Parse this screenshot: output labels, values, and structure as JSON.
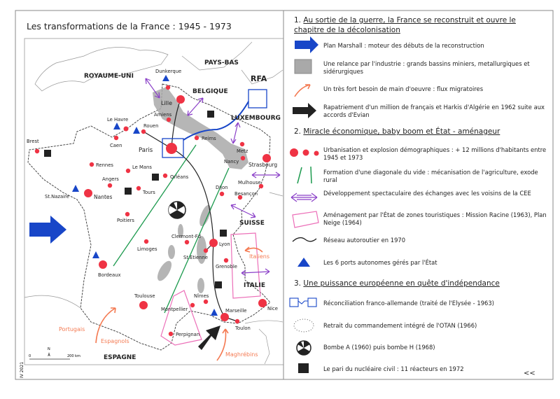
{
  "title": "Les transformations de la France : 1945 - 1973",
  "author_note": "IV 2021",
  "corner_mark": "<<",
  "colors": {
    "marshall_blue": "#1846c8",
    "industry_gray": "#a9a9a9",
    "migration_orange": "#f47a52",
    "repatriation_black": "#222222",
    "city_red": "#ef3344",
    "diagonal_green": "#1c9a4e",
    "exchange_purple": "#8a3fc8",
    "tourism_pink": "#ec6fb8"
  },
  "legend": {
    "section1": {
      "number": "1.",
      "title": "Au sortie de la guerre, la France se reconstruit et ouvre le chapitre de la décolonisation"
    },
    "marshall": "Plan Marshall : moteur des débuts de la reconstruction",
    "industry": "Une relance par l'industrie : grands bassins miniers, metallurgiques et sidérurgiques",
    "migration": "Un très fort besoin de main d'oeuvre : flux migratoires",
    "repatriation": "Rapatriement d'un million de français et Harkis d'Algérie en 1962 suite aux accords d'Evian",
    "section2": {
      "number": "2.",
      "title": "Miracle économique, baby boom et État - aménageur"
    },
    "urbanisation": "Urbanisation et explosion démographiques : + 12 millions d'habitants entre 1945 et 1973",
    "diagonal": "Formation d'une diagonale du vide : mécanisation de l'agriculture, exode rural",
    "exchanges": "Développement spectaculaire des échanges avec les voisins de la CEE",
    "tourism": "Aménagement par l'État de zones touristiques : Mission Racine (1963), Plan Neige (1964)",
    "highway": "Réseau autoroutier en 1970",
    "ports": "Les 6 ports autonomes gérés par l'État",
    "section3": {
      "number": "3.",
      "title": "Une puissance européenne en quête d'indépendance"
    },
    "reconciliation": "Réconciliation franco-allemande (traité de l'Elysée - 1963)",
    "nato": "Retrait du commandement intégré de l'OTAN (1966)",
    "bomb": "Bombe A (1960) puis bombe H (1968)",
    "nuclear": "Le pari du nucléaire civil : 11 réacteurs en 1972"
  },
  "map": {
    "countries": {
      "uk": "ROYAUME-UNI",
      "nl": "PAYS-BAS",
      "be": "BELGIQUE",
      "rfa": "RFA",
      "lu": "LUXEMBOURG",
      "ch": "SUISSE",
      "it": "ITALIE",
      "es": "ESPAGNE"
    },
    "cities": {
      "dunkerque": "Dunkerque",
      "lille": "Lille",
      "amiens": "Amiens",
      "le_havre": "Le Havre",
      "rouen": "Rouen",
      "caen": "Caen",
      "paris": "Paris",
      "reims": "Reims",
      "brest": "Brest",
      "metz": "Metz",
      "nancy": "Nancy",
      "strasbourg": "Strasbourg",
      "rennes": "Rennes",
      "le_mans": "Le Mans",
      "orleans": "Orléans",
      "angers": "Angers",
      "tours": "Tours",
      "st_nazaire": "St.Nazaire",
      "nantes": "Nantes",
      "dijon": "Dijon",
      "besancon": "Besançon",
      "mulhouse": "Mulhouse",
      "poitiers": "Poitiers",
      "clermont": "Clermont-Fd",
      "lyon": "Lyon",
      "limoges": "Limoges",
      "st_etienne": "St.Etienne",
      "grenoble": "Grenoble",
      "bordeaux": "Bordeaux",
      "toulouse": "Toulouse",
      "nimes": "Nîmes",
      "montpellier": "Montpellier",
      "marseille": "Marseille",
      "nice": "Nice",
      "toulon": "Toulon",
      "perpignan": "Perpignan"
    },
    "migrants": {
      "it": "Italiens",
      "pt": "Portugais",
      "es": "Espagnols",
      "mg": "Maghrébins"
    },
    "scale": {
      "zero": "0",
      "max": "200 km",
      "north": "N"
    }
  }
}
